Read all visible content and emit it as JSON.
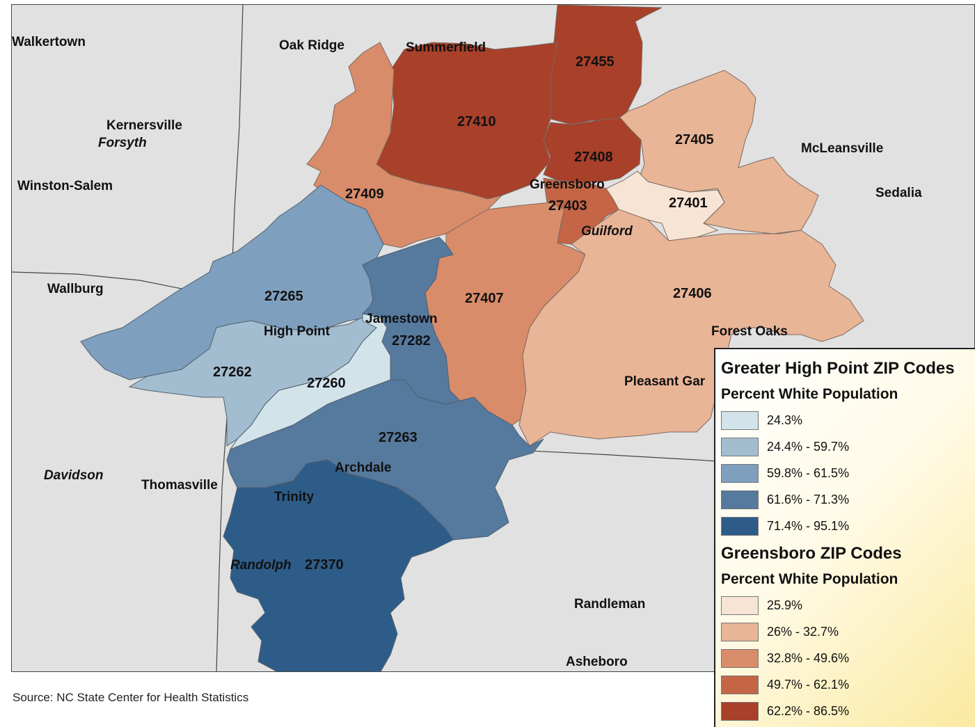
{
  "colors": {
    "background": "#e1e1e1",
    "boundary": "#444444",
    "hp_24_3": "#d3e3ea",
    "hp_24_4_59_7": "#a3bdd0",
    "hp_59_8_61_5": "#7e9fbd",
    "hp_61_6_71_3": "#56799e",
    "hp_71_4_95_1": "#2e5c88",
    "gb_25_9": "#f7e4d4",
    "gb_26_32_7": "#e9b597",
    "gb_32_8_49_6": "#d98c6a",
    "gb_49_7_62_1": "#c46646",
    "gb_62_2_86_5": "#a8402a"
  },
  "places": {
    "walkertown": "Walkertown",
    "oak_ridge": "Oak Ridge",
    "summerfield": "Summerfield",
    "kernersville": "Kernersville",
    "forsyth": "Forsyth",
    "winston_salem": "Winston-Salem",
    "mcleansville": "McLeansville",
    "sedalia": "Sedalia",
    "greensboro": "Greensboro",
    "guilford": "Guilford",
    "wallburg": "Wallburg",
    "high_point": "High Point",
    "jamestown": "Jamestown",
    "forest_oaks": "Forest Oaks",
    "pleasant_garden": "Pleasant Gar",
    "archdale": "Archdale",
    "trinity": "Trinity",
    "davidson": "Davidson",
    "thomasville": "Thomasville",
    "randolph": "Randolph",
    "randleman": "Randleman",
    "asheboro": "Asheboro"
  },
  "zips": {
    "z27455": "27455",
    "z27410": "27410",
    "z27408": "27408",
    "z27405": "27405",
    "z27409": "27409",
    "z27403": "27403",
    "z27401": "27401",
    "z27407": "27407",
    "z27406": "27406",
    "z27265": "27265",
    "z27282": "27282",
    "z27262": "27262",
    "z27260": "27260",
    "z27263": "27263",
    "z27370": "27370"
  },
  "legend": {
    "title_hp": "Greater High Point ZIP Codes",
    "sub_hp": "Percent White Population",
    "hp_items": [
      "24.3%",
      "24.4% - 59.7%",
      "59.8% - 61.5%",
      "61.6% - 71.3%",
      "71.4% - 95.1%"
    ],
    "title_gb": "Greensboro ZIP Codes",
    "sub_gb": "Percent White Population",
    "gb_items": [
      "25.9%",
      "26% - 32.7%",
      "32.8% - 49.6%",
      "49.7% - 62.1%",
      "62.2% - 86.5%"
    ]
  },
  "source": "Source: NC State Center for Health Statistics"
}
